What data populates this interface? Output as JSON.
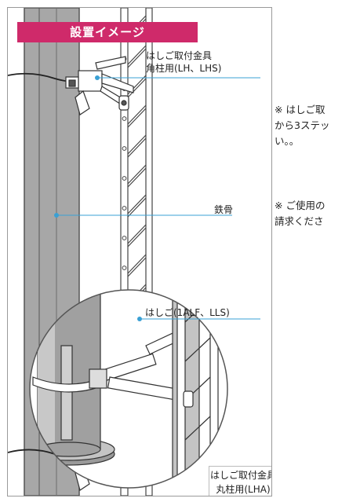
{
  "title": "設置イメージ",
  "callouts": {
    "bracket_square": {
      "line1": "はしご取付金具",
      "line2": "角柱用(LH、LHS)"
    },
    "steel": "鉄骨",
    "ladder": "はしご(1ALF、LLS)",
    "bracket_round": {
      "line1": "はしご取付金具",
      "line2": "丸柱用(LHA)"
    }
  },
  "notes": [
    {
      "line1": "※ はしご取",
      "line2": "から3ステッ",
      "line3": "い。。"
    },
    {
      "line1": "※ ご使用の",
      "line2": "請求くださ"
    }
  ],
  "colors": {
    "banner": "#cf2a6a",
    "pillar": "#a7a7a7",
    "leader_line": "#3aa0d4"
  }
}
